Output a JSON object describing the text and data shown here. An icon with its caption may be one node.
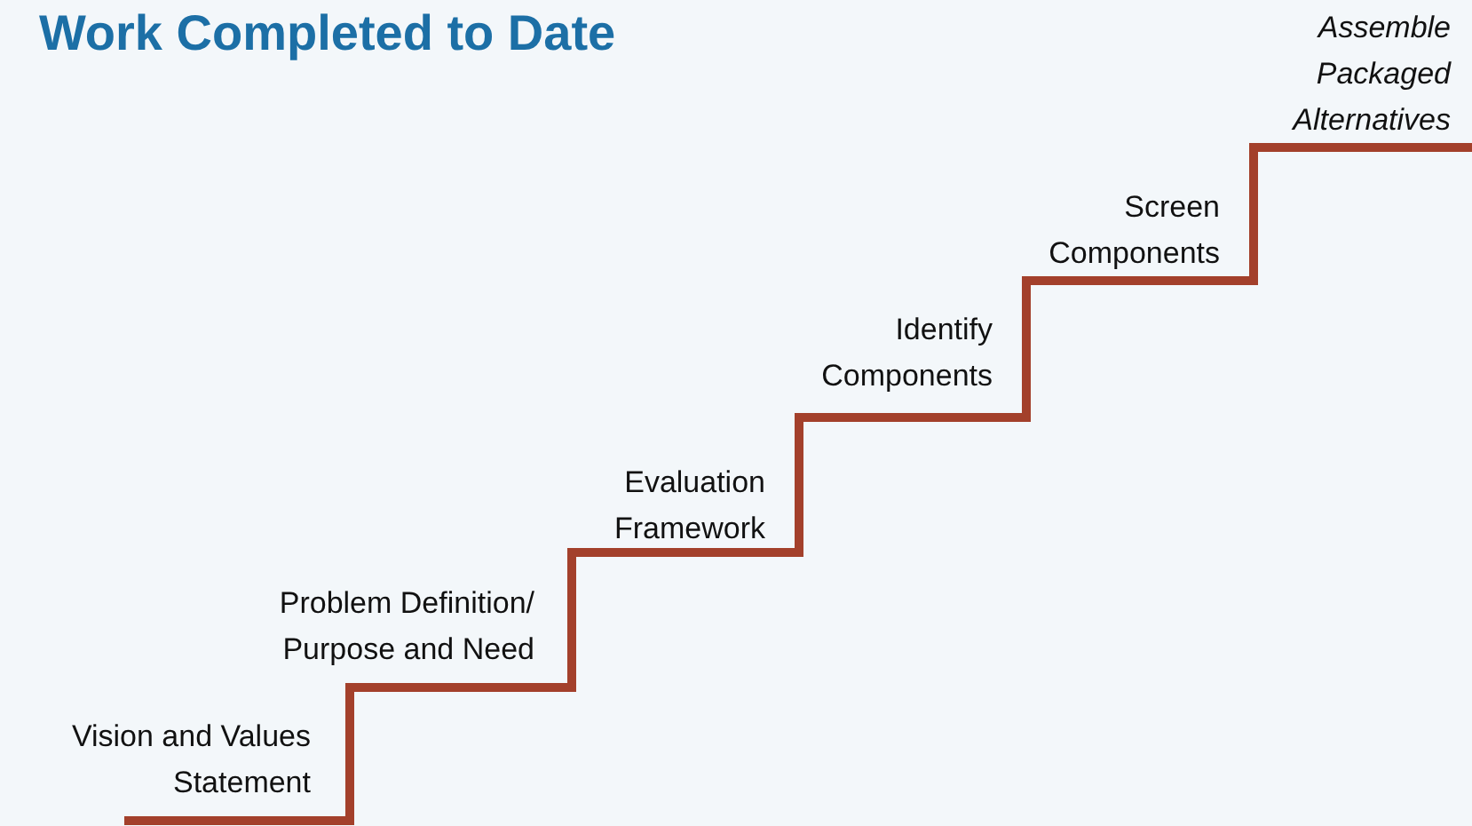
{
  "diagram": {
    "title": "Work Completed to Date",
    "labels": [
      "Vision and Values Statement",
      "Problem Definition/ Purpose and Need",
      "Evaluation Framework",
      "Identify Components",
      "Screen Components",
      "Assemble Packaged Alternatives"
    ]
  }
}
